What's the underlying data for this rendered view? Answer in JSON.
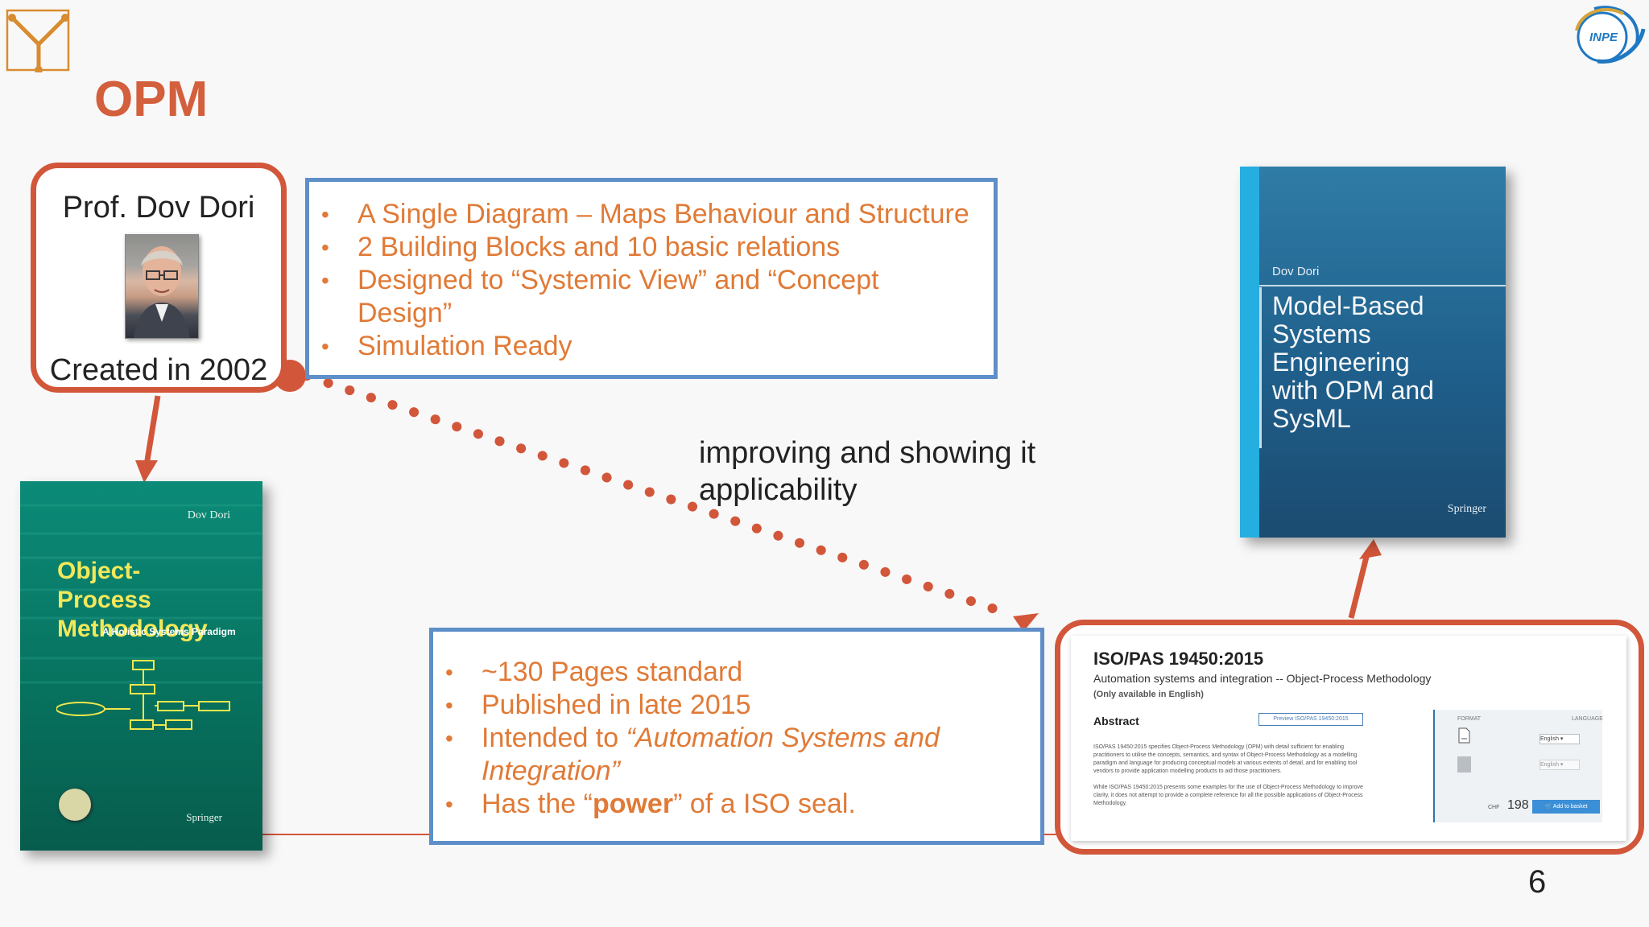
{
  "slide": {
    "title": "OPM",
    "page_number": "6"
  },
  "author_card": {
    "name": "Prof. Dov Dori",
    "created": "Created in 2002"
  },
  "features": [
    "A Single Diagram – Maps Behaviour and Structure",
    "2 Building Blocks and 10 basic relations",
    "Designed to “Systemic View” and “Concept Design”",
    "Simulation Ready"
  ],
  "caption": "improving and showing it applicability",
  "iso_points": {
    "item1": "~130 Pages standard",
    "item2": "Published in late 2015",
    "item3_prefix": "Intended to ",
    "item3_emphasis": "“Automation Systems and Integration”",
    "item4_prefix": "Has the “",
    "item4_bold": "power",
    "item4_suffix": "” of a ISO seal."
  },
  "book_opm": {
    "author": "Dov Dori",
    "title": "Object-Process Methodology",
    "subtitle": "A Holistic Systems Paradigm",
    "publisher": "Springer"
  },
  "book_mbse": {
    "author": "Dov Dori",
    "title": "Model-Based Systems Engineering with OPM and SysML",
    "publisher": "Springer"
  },
  "iso_screenshot": {
    "code": "ISO/PAS 19450:2015",
    "subtitle": "Automation systems and integration -- Object-Process Methodology",
    "note": "(Only available in English)",
    "abstract_label": "Abstract",
    "preview_label": "Preview ISO/PAS 19450:2015",
    "abstract_text_1": "ISO/PAS 19450:2015 specifies Object-Process Methodology (OPM) with detail sufficient for enabling practitioners to utilise the concepts, semantics, and syntax of Object-Process Methodology as a modelling paradigm and language for producing conceptual models at various extents of detail, and for enabling tool vendors to provide application modelling products to aid those practitioners.",
    "abstract_text_2": "While ISO/PAS 19450:2015 presents some examples for the use of Object-Process Methodology to improve clarity, it does not attempt to provide a complete reference for all the possible applications of Object-Process Methodology.",
    "format_label": "FORMAT",
    "language_label": "LANGUAGE",
    "language_1": "English",
    "language_2": "English",
    "price_label": "CHF",
    "price": "198",
    "basket_label": "Add to basket"
  },
  "logos": {
    "right": "INPE"
  },
  "colors": {
    "accent": "#d2563a",
    "bullet_text": "#e07a36",
    "blue_border": "#5f8fc8"
  }
}
